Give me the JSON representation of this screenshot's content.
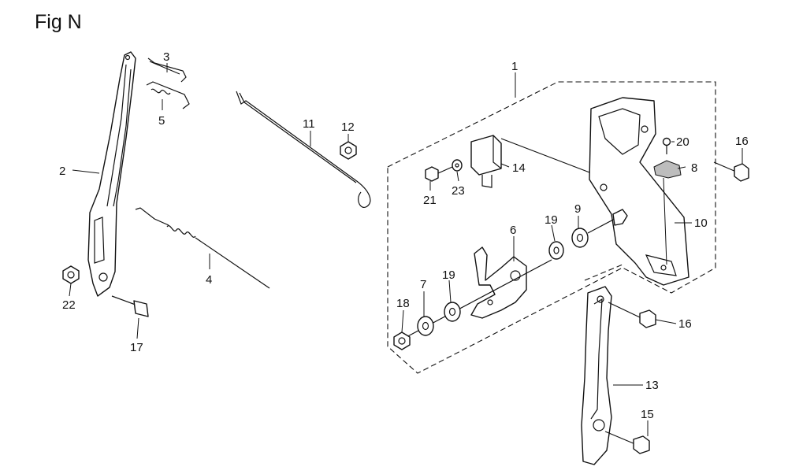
{
  "figure": {
    "title": "Fig N"
  },
  "callouts": [
    {
      "id": "c1",
      "label": "1"
    },
    {
      "id": "c2",
      "label": "2"
    },
    {
      "id": "c3",
      "label": "3"
    },
    {
      "id": "c4",
      "label": "4"
    },
    {
      "id": "c5",
      "label": "5"
    },
    {
      "id": "c6",
      "label": "6"
    },
    {
      "id": "c7",
      "label": "7"
    },
    {
      "id": "c8",
      "label": "8"
    },
    {
      "id": "c9",
      "label": "9"
    },
    {
      "id": "c10",
      "label": "10"
    },
    {
      "id": "c11",
      "label": "11"
    },
    {
      "id": "c12",
      "label": "12"
    },
    {
      "id": "c13",
      "label": "13"
    },
    {
      "id": "c14",
      "label": "14"
    },
    {
      "id": "c15",
      "label": "15"
    },
    {
      "id": "c16a",
      "label": "16"
    },
    {
      "id": "c16b",
      "label": "16"
    },
    {
      "id": "c17",
      "label": "17"
    },
    {
      "id": "c18",
      "label": "18"
    },
    {
      "id": "c19a",
      "label": "19"
    },
    {
      "id": "c19b",
      "label": "19"
    },
    {
      "id": "c20",
      "label": "20"
    },
    {
      "id": "c21",
      "label": "21"
    },
    {
      "id": "c22",
      "label": "22"
    },
    {
      "id": "c23",
      "label": "23"
    }
  ]
}
